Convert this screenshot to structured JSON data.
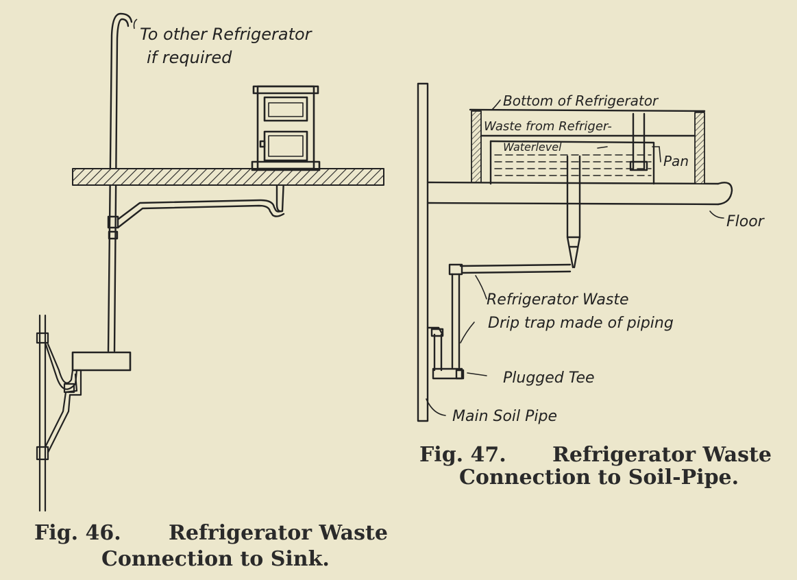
{
  "figure46": {
    "label_top_line1": "To other Refrigerator",
    "label_top_line2": "if required",
    "caption_line1_num": "Fig.  46.",
    "caption_line1_rest": "Refrigerator  Waste",
    "caption_line2": "Connection  to  Sink."
  },
  "figure47": {
    "label_bottom_of_refrigerator": "Bottom of Refrigerator",
    "label_waste_from_refriger": "Waste from Refriger-",
    "label_waterlevel": "Waterlevel",
    "label_pan": "Pan",
    "label_floor": "Floor",
    "label_refrigerator_waste": "Refrigerator Waste",
    "label_drip_trap": "Drip trap made of piping",
    "label_plugged_tee": "Plugged Tee",
    "label_main_soil_pipe": "Main Soil Pipe",
    "caption_line1_num": "Fig.  47.",
    "caption_line1_rest": "Refrigerator  Waste",
    "caption_line2": "Connection  to  Soil-Pipe."
  },
  "colors": {
    "background": "#ece7cc",
    "ink": "#222222"
  }
}
